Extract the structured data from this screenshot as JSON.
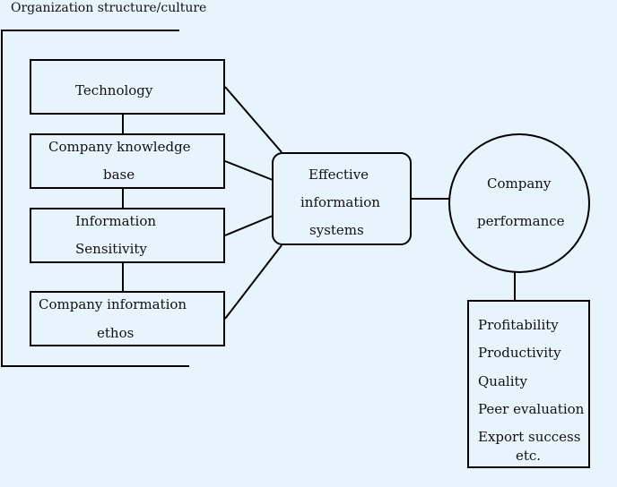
{
  "frame": {
    "title": "Organization structure/culture"
  },
  "factors": [
    {
      "line1": "Technology",
      "line2": ""
    },
    {
      "line1": "Company knowledge",
      "line2": "base"
    },
    {
      "line1": "Information",
      "line2": "Sensitivity"
    },
    {
      "line1": "Company information",
      "line2": "ethos"
    }
  ],
  "center": {
    "line1": "Effective",
    "line2": "information",
    "line3": "systems"
  },
  "outcome": {
    "line1": "Company",
    "line2": "performance"
  },
  "performance": {
    "items": [
      "Profitability",
      "Productivity",
      "Quality",
      "Peer evaluation",
      "Export success"
    ],
    "etc": "etc."
  }
}
